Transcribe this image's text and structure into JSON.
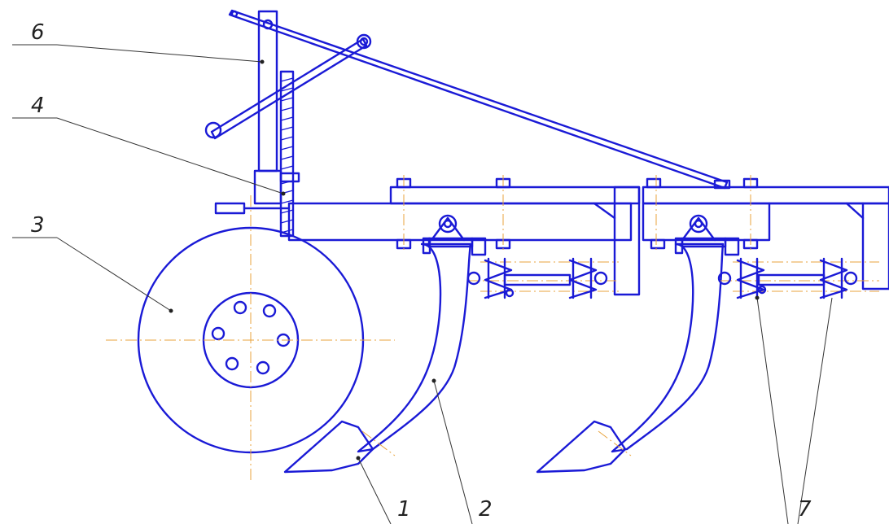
{
  "diagram": {
    "callouts": [
      {
        "id": "c1",
        "label": "1"
      },
      {
        "id": "c2",
        "label": "2"
      },
      {
        "id": "c3",
        "label": "3"
      },
      {
        "id": "c4",
        "label": "4"
      },
      {
        "id": "c6",
        "label": "6"
      },
      {
        "id": "c7",
        "label": "7"
      }
    ]
  },
  "colors": {
    "outline": "#1a1ad6",
    "axis": "#e8a33c",
    "leader": "#333333",
    "background": "#ffffff"
  }
}
